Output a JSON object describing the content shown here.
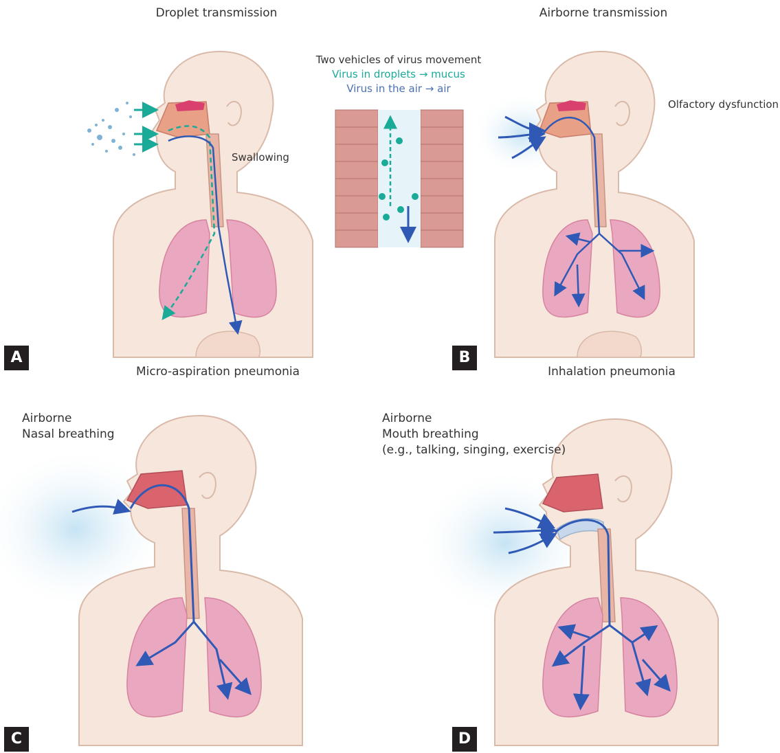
{
  "panel_a": {
    "title": "Droplet transmission",
    "swallowing_label": "Swallowing",
    "bottom_label": "Micro-aspiration pneumonia",
    "letter": "A"
  },
  "panel_b": {
    "title": "Airborne transmission",
    "olfactory_label": "Olfactory dysfunction",
    "bottom_label": "Inhalation pneumonia",
    "letter": "B"
  },
  "legend": {
    "heading": "Two vehicles of virus movement",
    "droplets_line": "Virus in droplets → mucus",
    "air_line": "Virus in the air → air",
    "droplets_color": "#1aaa98",
    "air_color": "#4a6fb5"
  },
  "panel_c": {
    "line1": "Airborne",
    "line2": "Nasal breathing",
    "letter": "C"
  },
  "panel_d": {
    "line1": "Airborne",
    "line2": "Mouth breathing",
    "line3": "(e.g., talking, singing, exercise)",
    "letter": "D"
  },
  "colors": {
    "skin": "#f6e6dc",
    "skin_outline": "#d9b9a8",
    "lung": "#e9a7c0",
    "lung_dark": "#d7829f",
    "nasal": "#d9646e",
    "airway_blue": "#2f59b5",
    "droplet_teal": "#1aaa98",
    "haze": "#cfe6f3"
  }
}
